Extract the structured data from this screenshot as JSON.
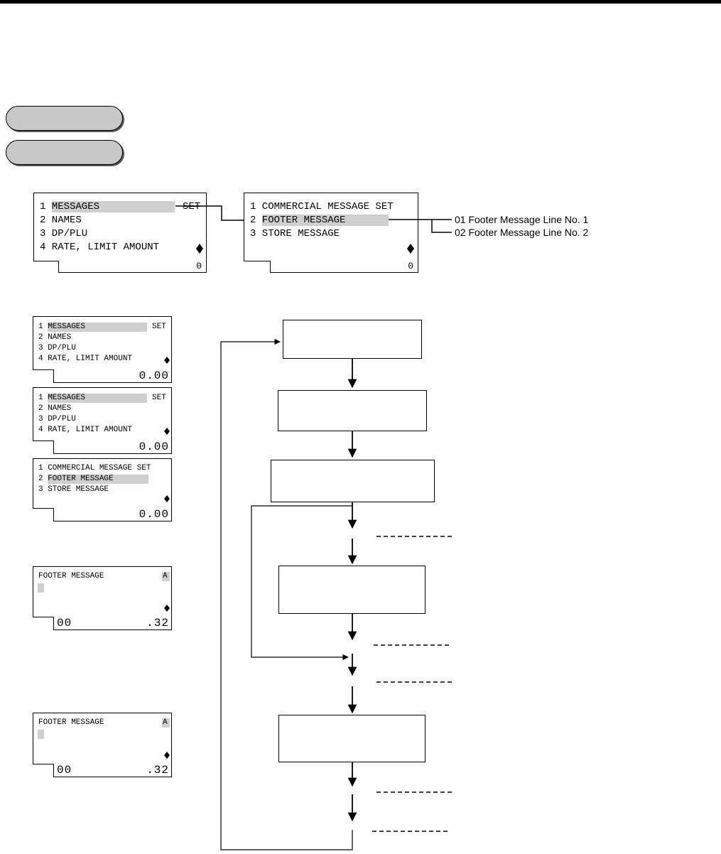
{
  "top_menu": {
    "items": [
      "1 MESSAGES",
      "2 NAMES",
      "3 DP/PLU",
      "4 RATE, LIMIT AMOUNT"
    ],
    "set_label": "SET",
    "status_value": "0"
  },
  "sub_menu": {
    "items": [
      "1 COMMERCIAL MESSAGE SET",
      "2 FOOTER MESSAGE",
      "3 STORE MESSAGE"
    ],
    "status_value": "0"
  },
  "footer_lines": {
    "line1": "01 Footer Message Line No. 1",
    "line2": "02 Footer Message Line No. 2"
  },
  "steps": {
    "screen1": {
      "items": [
        "1 MESSAGES",
        "2 NAMES",
        "3 DP/PLU",
        "4 RATE, LIMIT AMOUNT"
      ],
      "set_label": "SET",
      "status_value": "0.00"
    },
    "screen2": {
      "items": [
        "1 MESSAGES",
        "2 NAMES",
        "3 DP/PLU",
        "4 RATE, LIMIT AMOUNT"
      ],
      "set_label": "SET",
      "status_value": "0.00"
    },
    "screen3": {
      "items": [
        "1 COMMERCIAL MESSAGE SET",
        "2 FOOTER MESSAGE",
        "3 STORE MESSAGE"
      ],
      "status_value": "0.00"
    },
    "screen4": {
      "title": "FOOTER MESSAGE",
      "mode": "A",
      "status_left": "00",
      "status_right": ".32"
    },
    "screen5": {
      "title": "FOOTER MESSAGE",
      "mode": "A",
      "status_left": "00",
      "status_right": ".32"
    }
  }
}
